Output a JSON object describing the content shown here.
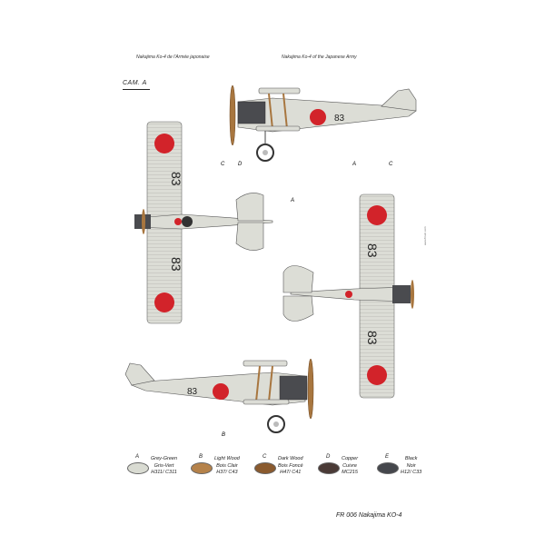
{
  "captions": {
    "left": "Nakajima Ko-4 de l'Armée japonaise",
    "right": "Nakajima Ko-4 of the Japanese Army"
  },
  "camo_label": "CAM. A",
  "fuselage_number": "83",
  "callouts": {
    "A": "A",
    "B": "B",
    "C": "C",
    "D": "D"
  },
  "colors": {
    "grey_green": "#d9dbd2",
    "light_wood": "#b5824a",
    "dark_wood": "#8a5a2e",
    "copper": "#4a3a36",
    "black": "#45474c",
    "hinomaru": "#d2232a"
  },
  "legend": [
    {
      "letter": "A",
      "line1": "Grey-Green",
      "line2": "Gris-Vert",
      "line3": "H311/ C311",
      "color": "#d9dbd2"
    },
    {
      "letter": "B",
      "line1": "Light Wood",
      "line2": "Bois Clair",
      "line3": "H37/ C43",
      "color": "#b5824a"
    },
    {
      "letter": "C",
      "line1": "Dark Wood",
      "line2": "Bois Foncé",
      "line3": "H47/ C41",
      "color": "#8a5a2e"
    },
    {
      "letter": "D",
      "line1": "Copper",
      "line2": "Cuivre",
      "line3": "MC215",
      "color": "#4a3a36"
    },
    {
      "letter": "E",
      "line1": "Black",
      "line2": "Noir",
      "line3": "H12/ C33",
      "color": "#45474c"
    }
  ],
  "footer": "FR 006 Nakajima KO-4",
  "side_text": "www.frrom.com"
}
